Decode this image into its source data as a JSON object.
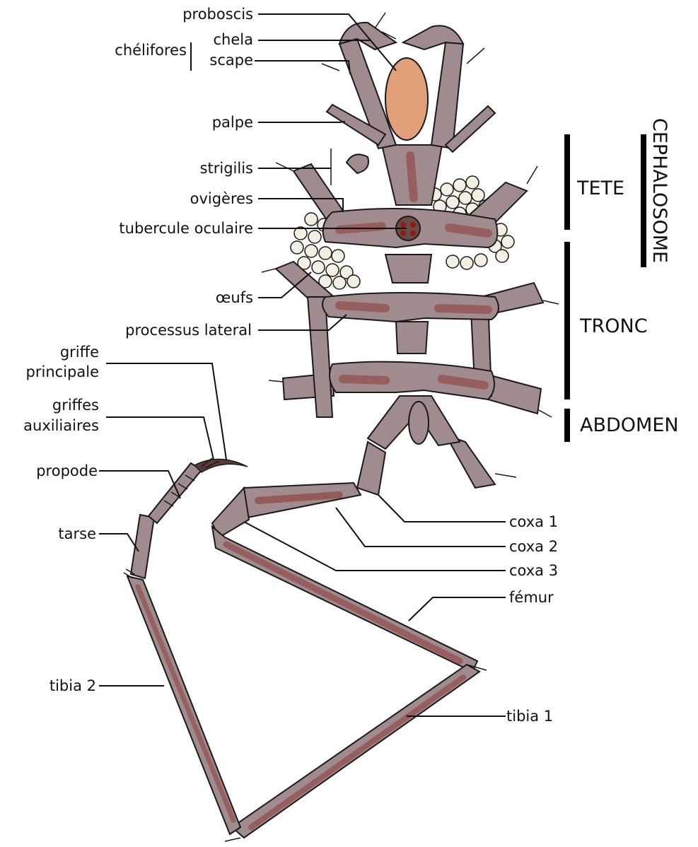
{
  "labels": {
    "proboscis": "proboscis",
    "chela": "chela",
    "chelifores": "chélifores",
    "scape": "scape",
    "palpe": "palpe",
    "strigilis": "strigilis",
    "ovigeres": "ovigères",
    "tubercule_oculaire": "tubercule oculaire",
    "oeufs": "œufs",
    "processus_lateral": "processus lateral",
    "griffe_principale_line1": "griffe",
    "griffe_principale_line2": "principale",
    "griffes_auxiliaires_line1": "griffes",
    "griffes_auxiliaires_line2": "auxiliaires",
    "propode": "propode",
    "tarse": "tarse",
    "tibia_2": "tibia 2",
    "coxa_1": "coxa 1",
    "coxa_2": "coxa 2",
    "coxa_3": "coxa 3",
    "femur": "fémur",
    "tibia_1": "tibia  1"
  },
  "regions": {
    "tete": "TETE",
    "tronc": "TRONC",
    "abdomen": "ABDOMEN",
    "cephalosome": "CEPHALOSOME"
  },
  "colors": {
    "body": "#a08c8e",
    "body_dark": "#8e3a34",
    "proboscis_fill": "#e2a07a",
    "eggs": "#f3efe2",
    "outline": "#1a1a1a"
  }
}
